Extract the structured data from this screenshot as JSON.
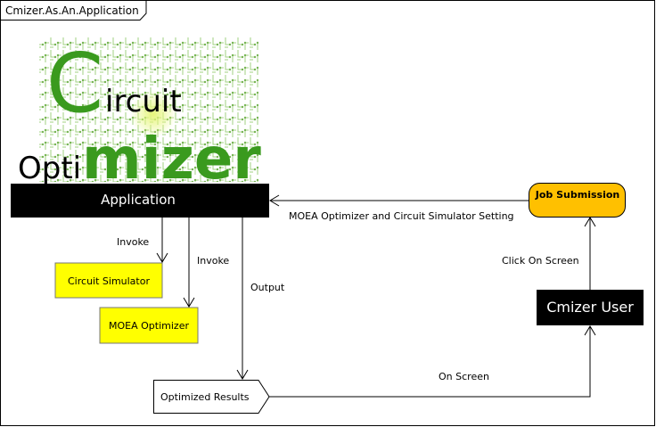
{
  "frame": {
    "title": "Cmizer.As.An.Application"
  },
  "logo": {
    "big_letter_c": "C",
    "word_ircuit": "ircuit",
    "word_opti": "Opti",
    "word_mizer": "mizer"
  },
  "nodes": {
    "application": "Application",
    "circuit_simulator": "Circuit Simulator",
    "moea_optimizer": "MOEA Optimizer",
    "optimized_results": "Optimized Results",
    "job_submission": "Job Submission",
    "cmizer_user": "Cmizer User"
  },
  "edges": {
    "invoke_simulator": "Invoke",
    "invoke_optimizer": "Invoke",
    "output": "Output",
    "on_screen": "On Screen",
    "click_on_screen": "Click On Screen",
    "settings": "MOEA Optimizer and Circuit Simulator Setting"
  },
  "colors": {
    "application_fill": "#000000",
    "yellow_fill": "#ffff00",
    "job_fill": "#ffc000",
    "logo_green": "#3a9a1e",
    "circuit_green": "#9ccf7a"
  }
}
